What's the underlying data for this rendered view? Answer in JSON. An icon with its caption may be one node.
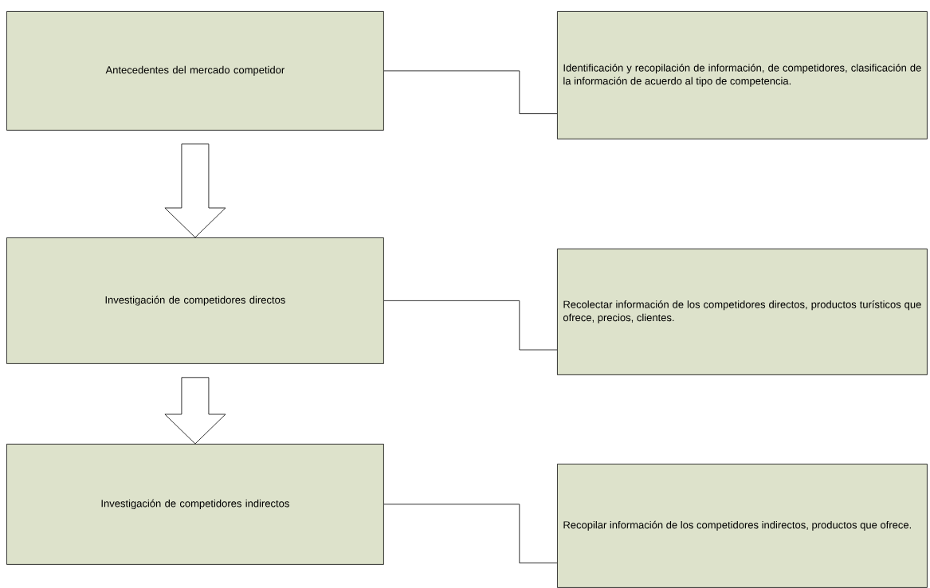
{
  "diagram": {
    "nodes": [
      {
        "text": [
          "Antecedentes del mercado competidor"
        ]
      },
      {
        "text": [
          "Identificación y recopilación de información, de competidores, clasificación de la información de acuerdo al tipo de competencia."
        ]
      },
      {
        "text": [
          "Investigación de competidores directos"
        ]
      },
      {
        "text": [
          "Recolectar información de los competidores directos, productos turísticos que ofrece, precios, clientes."
        ]
      },
      {
        "text": [
          "Investigación de competidores indirectos"
        ]
      },
      {
        "text": [
          "Recopilar información de los competidores indirectos, productos que ofrece."
        ]
      }
    ],
    "edges": [
      {
        "from": 0,
        "to": 1,
        "arrow": "none"
      },
      {
        "from": 0,
        "to": 2,
        "arrow": "to"
      },
      {
        "from": 2,
        "to": 3,
        "arrow": "none"
      },
      {
        "from": 2,
        "to": 4,
        "arrow": "to"
      },
      {
        "from": 4,
        "to": 5,
        "arrow": "none"
      }
    ]
  }
}
